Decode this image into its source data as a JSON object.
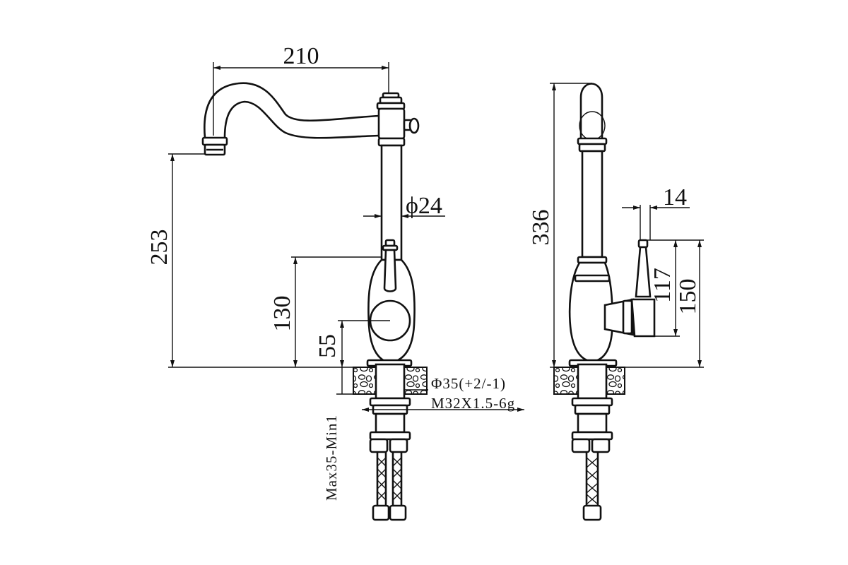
{
  "front_view": {
    "spout_reach": "210",
    "spout_height": "253",
    "body_diameter": "ϕ24",
    "handle_height": "130",
    "lever_center_height": "55",
    "mount_hole": "Φ35(+2/-1)",
    "thread": "M32X1.5-6g",
    "counter_thickness": "Max35-Min1"
  },
  "side_view": {
    "total_height": "336",
    "handle_offset": "14",
    "handle_top": "117",
    "handle_top_total": "150"
  }
}
